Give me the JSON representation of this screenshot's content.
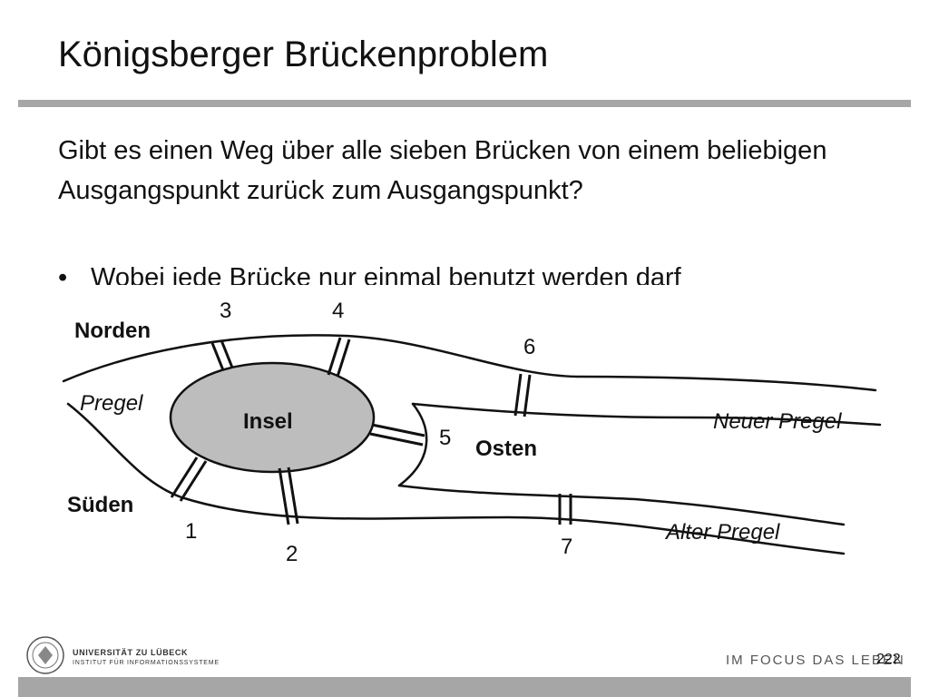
{
  "slide": {
    "title": "Königsberger Brückenproblem",
    "question": "Gibt es einen Weg über alle sieben Brücken von einem beliebigen Ausgangspunkt zurück zum Ausgangspunkt?",
    "bullet": "Wobei jede Brücke nur einmal benutzt werden darf",
    "bullet_marker": "•"
  },
  "diagram": {
    "regions": {
      "north": "Norden",
      "south": "Süden",
      "island": "Insel",
      "east": "Osten"
    },
    "rivers": {
      "pregel": "Pregel",
      "new_pregel": "Neuer Pregel",
      "old_pregel": "Alter Pregel"
    },
    "bridges": [
      "1",
      "2",
      "3",
      "4",
      "5",
      "6",
      "7"
    ],
    "island_color": "#bdbdbd"
  },
  "footer": {
    "university": "UNIVERSITÄT ZU LÜBECK",
    "institute": "INSTITUT FÜR INFORMATIONSSYSTEME",
    "slogan": "IM FOCUS DAS LEBEN",
    "page_number": "222",
    "bar_color": "#a6a6a6"
  }
}
